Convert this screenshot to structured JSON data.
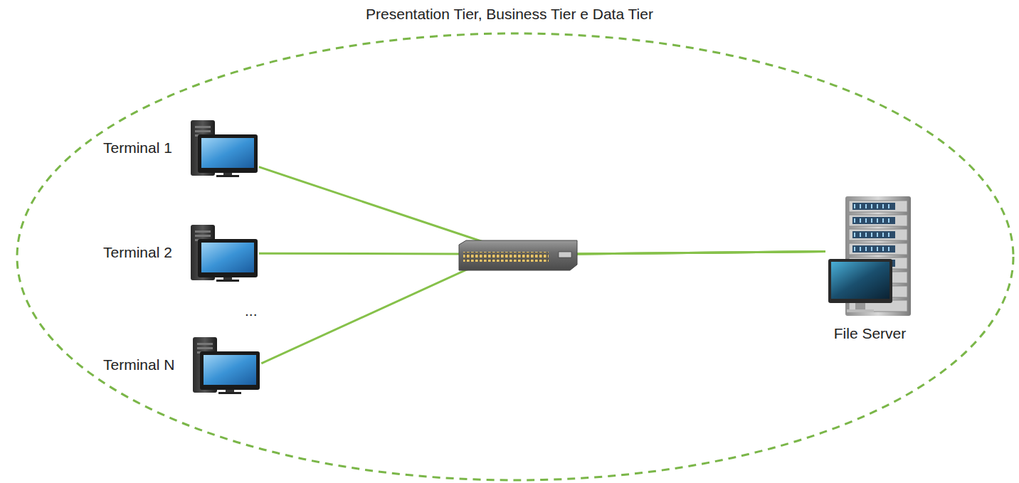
{
  "diagram": {
    "nodes": [
      {
        "text": [
          "Presentation Tier, Business Tier e Data Tier"
        ]
      },
      {
        "text": [
          "Terminal 1"
        ],
        "in": 0
      },
      {
        "text": [
          "Terminal 2"
        ],
        "in": 0
      },
      {
        "text": [
          "Terminal N"
        ],
        "in": 0
      },
      {
        "text": [
          "File Server"
        ],
        "in": 0
      }
    ],
    "edges": [
      {
        "from": 1,
        "to": 4,
        "arrow": "none"
      },
      {
        "from": 2,
        "to": 4,
        "arrow": "none"
      },
      {
        "from": 3,
        "to": 4,
        "arrow": "none"
      }
    ],
    "labels": [
      "..."
    ]
  }
}
